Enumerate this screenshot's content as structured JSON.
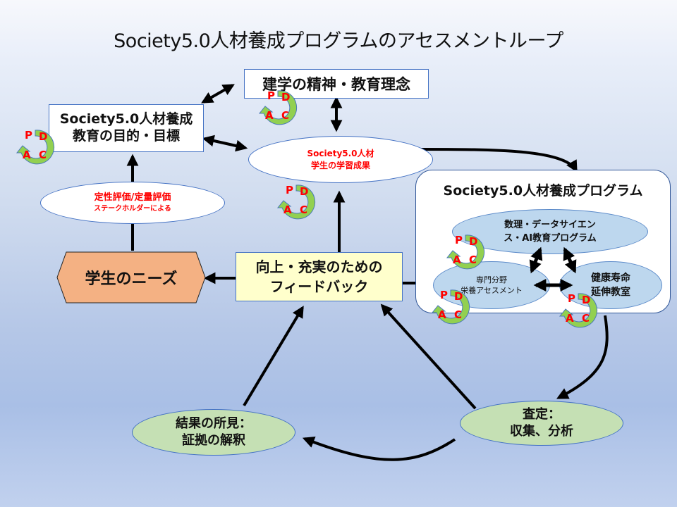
{
  "title": "Society5.0人材養成プログラムのアセスメントループ",
  "nodes": {
    "founding_spirit": {
      "label": "建学の精神・教育理念"
    },
    "education_goals": {
      "line1": "Society5.0人材養成",
      "line2": "教育の目的・目標"
    },
    "learning_outcomes": {
      "line1": "Society5.0人材",
      "line2": "学生の学習成果"
    },
    "evaluation": {
      "line1": "定性評価/定量評価",
      "line2": "ステークホルダーによる"
    },
    "student_needs": {
      "label": "学生のニーズ"
    },
    "feedback": {
      "line1": "向上・充実のための",
      "line2": "フィードバック"
    },
    "program": {
      "title": "Society5.0人材養成プログラム",
      "data_science": {
        "line1": "数理・データサイエン",
        "line2": "ス・AI教育プログラム"
      },
      "nutrition": {
        "line1": "専門分野",
        "line2": "栄養アセスメント"
      },
      "health": {
        "line1": "健康寿命",
        "line2": "延伸教室"
      }
    },
    "assessment": {
      "line1": "査定：",
      "line2": "収集、分析"
    },
    "findings": {
      "line1": "結果の所見：",
      "line2": "証拠の解釈"
    }
  },
  "pdca": {
    "p": "P",
    "d": "D",
    "a": "A",
    "c": "C"
  },
  "colors": {
    "box_border": "#4472c4",
    "outcome_text": "#ff0000",
    "hexagon_fill": "#f4b183",
    "feedback_fill": "#ffffcc",
    "program_ellipse_fill": "#bdd7ee",
    "assessment_fill": "#c5e0b4",
    "pdca_fill": "#92d050"
  }
}
